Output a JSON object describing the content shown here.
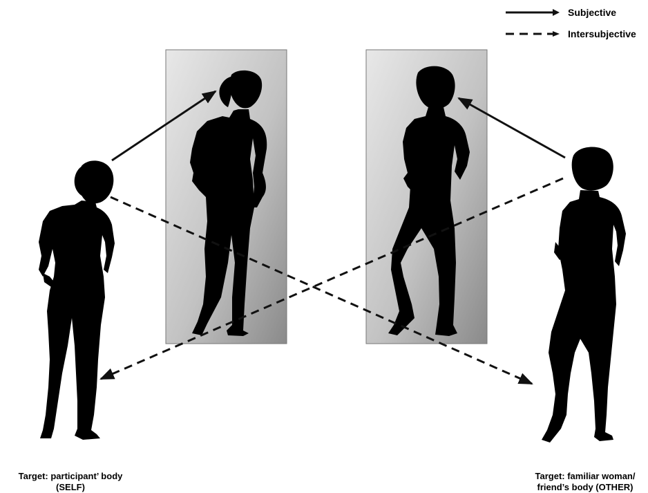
{
  "legend": {
    "subjective_label": "Subjective",
    "intersubjective_label": "Intersubjective"
  },
  "captions": {
    "self_line1": "Target: participant’ body",
    "self_line2": "(SELF)",
    "other_line1": "Target: familiar woman/",
    "other_line2": "friend’s body (OTHER)"
  },
  "colors": {
    "silhouette": "#000000",
    "mirror_light": "#e6e6e6",
    "mirror_dark": "#8f8f8f",
    "arrow": "#111111"
  }
}
